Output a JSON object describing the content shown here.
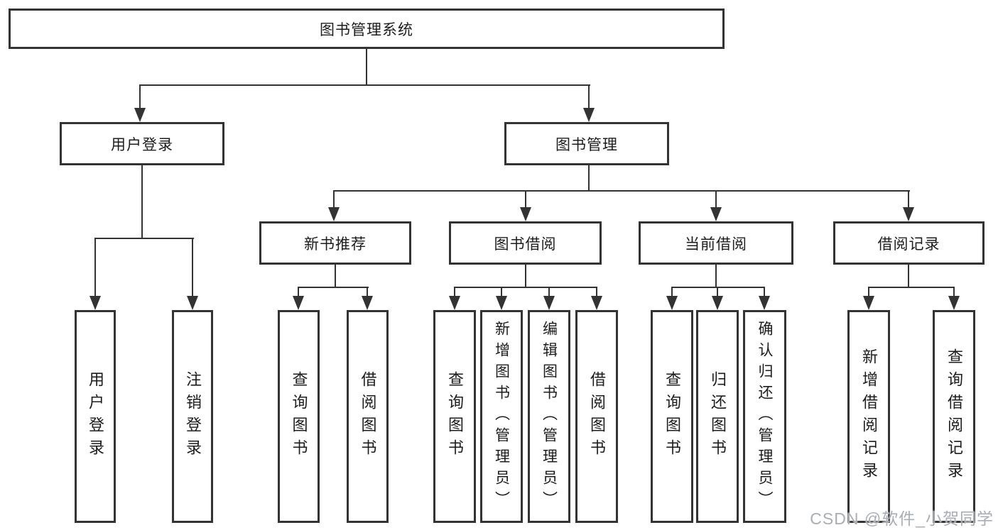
{
  "diagram": {
    "root": "图书管理系统",
    "level2": {
      "user_login": "用户登录",
      "book_management": "图书管理"
    },
    "user_login_children": [
      "用户登录",
      "注销登录"
    ],
    "sections": [
      {
        "label": "新书推荐",
        "children": [
          "查询图书",
          "借阅图书"
        ]
      },
      {
        "label": "图书借阅",
        "children": [
          "查询图书",
          "新增图书（管理员）",
          "编辑图书（管理员）",
          "借阅图书"
        ]
      },
      {
        "label": "当前借阅",
        "children": [
          "查询图书",
          "归还图书",
          "确认归还（管理员）"
        ]
      },
      {
        "label": "借阅记录",
        "children": [
          "新增借阅记录",
          "查询借阅记录"
        ]
      }
    ]
  },
  "watermark": "CSDN @软件_小贺同学",
  "colors": {
    "line": "#333333",
    "text": "#1c1c1c",
    "watermark": "#a9aeb4",
    "background": "#ffffff"
  }
}
